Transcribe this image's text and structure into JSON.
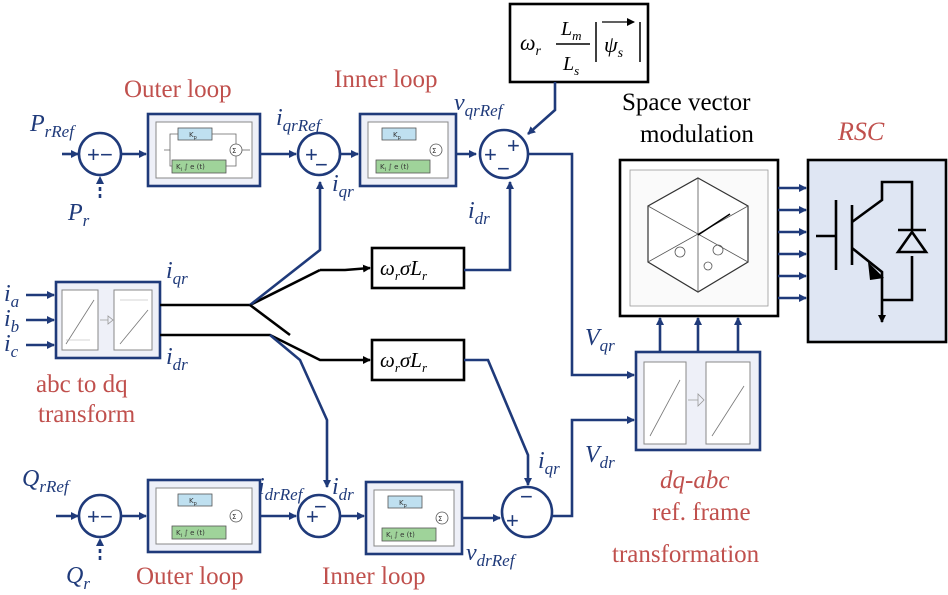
{
  "colors": {
    "blue": "#1f3a7a",
    "red": "#c0504d",
    "black": "#000000",
    "rsc_fill": "#dfe6f3"
  },
  "inputs": {
    "p_ref": {
      "main": "P",
      "sub": "rRef"
    },
    "p_meas": {
      "main": "P",
      "sub": "r"
    },
    "q_ref": {
      "main": "Q",
      "sub": "rRef"
    },
    "q_meas": {
      "main": "Q",
      "sub": "r"
    },
    "ia": {
      "main": "i",
      "sub": "a"
    },
    "ib": {
      "main": "i",
      "sub": "b"
    },
    "ic": {
      "main": "i",
      "sub": "c"
    }
  },
  "signals": {
    "iqr_ref": {
      "main": "i",
      "sub": "qrRef"
    },
    "iqr": {
      "main": "i",
      "sub": "qr"
    },
    "vqr_ref": {
      "main": "v",
      "sub": "qrRef"
    },
    "idr": {
      "main": "i",
      "sub": "dr"
    },
    "idr_ref": {
      "main": "i",
      "sub": "drRef"
    },
    "vdr_ref": {
      "main": "v",
      "sub": "drRef"
    },
    "Vqr": {
      "main": "V",
      "sub": "qr"
    },
    "Vdr": {
      "main": "V",
      "sub": "dr"
    }
  },
  "labels": {
    "outer_loop_top": "Outer loop",
    "inner_loop_top": "Inner loop",
    "outer_loop_bottom": "Outer loop",
    "inner_loop_bottom": "Inner loop",
    "abc_dq_line1": "abc to dq",
    "abc_dq_line2": "transform",
    "svm_line1": "Space vector",
    "svm_line2": "modulation",
    "rsc": "RSC",
    "dqabc_line1": "dq-abc",
    "dqabc_line2": "ref. frame",
    "dqabc_line3": "transformation"
  },
  "pi_block": {
    "kp": "K",
    "kp_sub": "p",
    "ki": "K",
    "ki_sub": "i",
    "ki_expr": "∫ e (t)",
    "sum": "Σ"
  },
  "feedforward": {
    "omega_sigma_L": {
      "omega": "ω",
      "omega_sub": "r",
      "sigma": "σ",
      "L": "L",
      "L_sub": "r"
    },
    "stator_term": {
      "omega": "ω",
      "omega_sub": "r",
      "Lm": "L",
      "Lm_sub": "m",
      "Ls": "L",
      "Ls_sub": "s",
      "psi": "ψ",
      "psi_sub": "s"
    }
  },
  "sum_signs": {
    "plus": "+",
    "minus": "−"
  }
}
